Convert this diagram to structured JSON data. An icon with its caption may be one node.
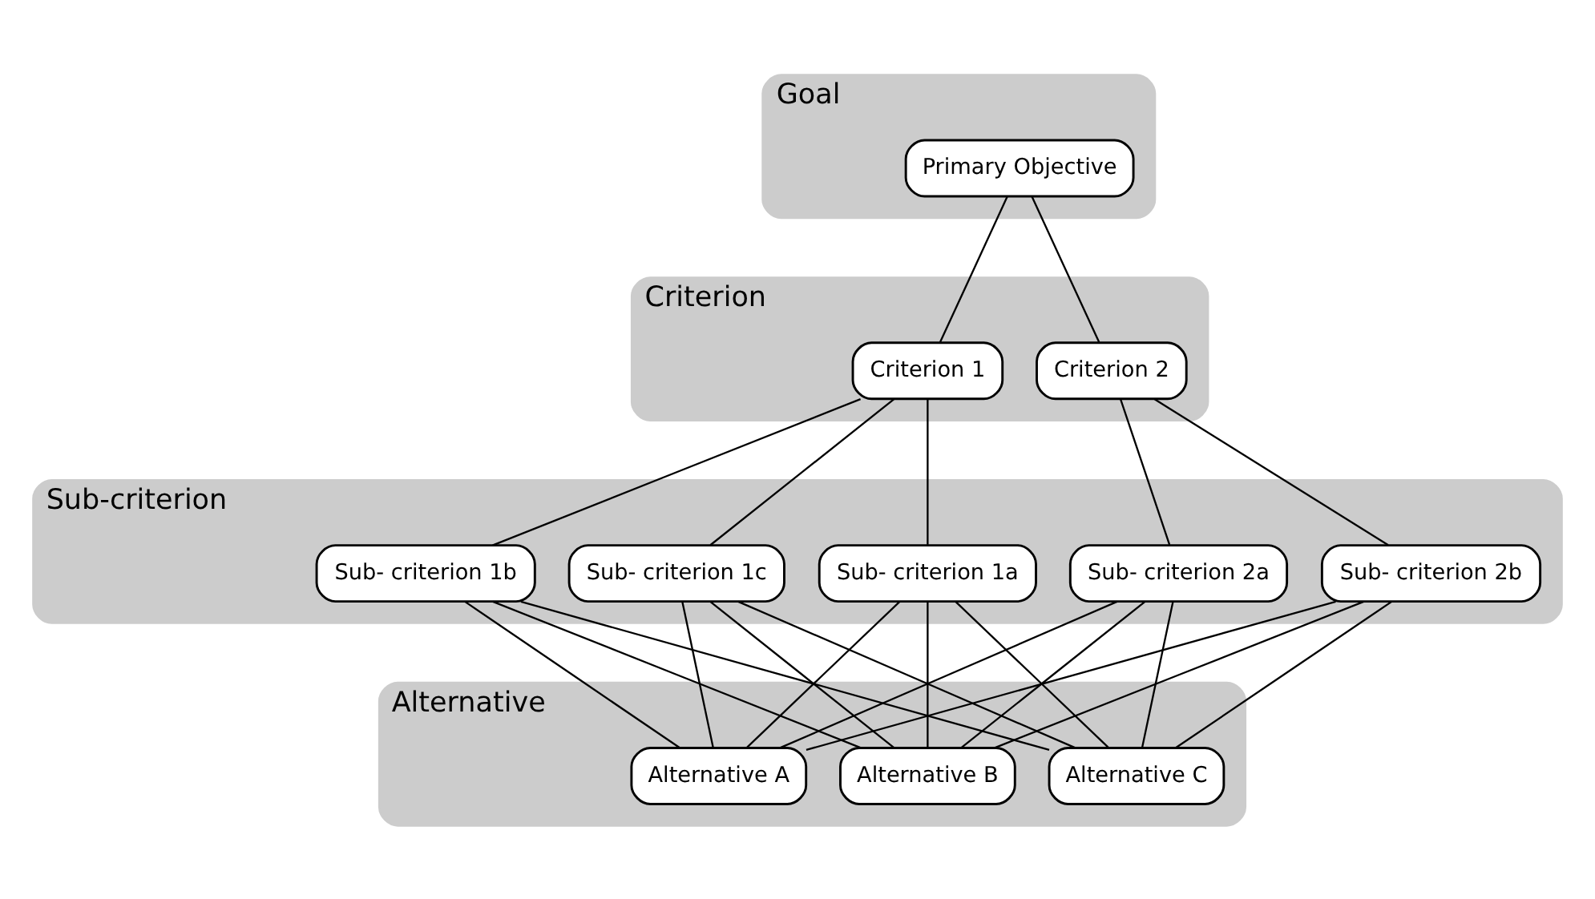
{
  "diagram": {
    "nodes": [
      {
        "text": [
          "Goal"
        ]
      },
      {
        "text": [
          "Primary Objective"
        ],
        "in": 0
      },
      {
        "text": [
          "Criterion"
        ]
      },
      {
        "text": [
          "Criterion 1"
        ],
        "in": 2
      },
      {
        "text": [
          "Criterion 2"
        ],
        "in": 2
      },
      {
        "text": [
          "Sub-criterion"
        ]
      },
      {
        "text": [
          "Sub- criterion 1a"
        ],
        "in": 5
      },
      {
        "text": [
          "Sub- criterion 1b"
        ],
        "in": 5
      },
      {
        "text": [
          "Sub- criterion 1c"
        ],
        "in": 5
      },
      {
        "text": [
          "Sub- criterion 2a"
        ],
        "in": 5
      },
      {
        "text": [
          "Sub- criterion 2b"
        ],
        "in": 5
      },
      {
        "text": [
          "Alternative"
        ]
      },
      {
        "text": [
          "Alternative A"
        ],
        "in": 11
      },
      {
        "text": [
          "Alternative B"
        ],
        "in": 11
      },
      {
        "text": [
          "Alternative C"
        ],
        "in": 11
      }
    ],
    "edges": [
      {
        "from": 1,
        "to": 3,
        "arrow": "none"
      },
      {
        "from": 1,
        "to": 4,
        "arrow": "none"
      },
      {
        "from": 3,
        "to": 6,
        "arrow": "none"
      },
      {
        "from": 3,
        "to": 7,
        "arrow": "none"
      },
      {
        "from": 3,
        "to": 8,
        "arrow": "none"
      },
      {
        "from": 4,
        "to": 9,
        "arrow": "none"
      },
      {
        "from": 4,
        "to": 10,
        "arrow": "none"
      },
      {
        "from": 6,
        "to": 12,
        "arrow": "none"
      },
      {
        "from": 6,
        "to": 13,
        "arrow": "none"
      },
      {
        "from": 6,
        "to": 14,
        "arrow": "none"
      },
      {
        "from": 7,
        "to": 12,
        "arrow": "none"
      },
      {
        "from": 7,
        "to": 13,
        "arrow": "none"
      },
      {
        "from": 7,
        "to": 14,
        "arrow": "none"
      },
      {
        "from": 8,
        "to": 12,
        "arrow": "none"
      },
      {
        "from": 8,
        "to": 13,
        "arrow": "none"
      },
      {
        "from": 8,
        "to": 14,
        "arrow": "none"
      },
      {
        "from": 9,
        "to": 12,
        "arrow": "none"
      },
      {
        "from": 9,
        "to": 13,
        "arrow": "none"
      },
      {
        "from": 9,
        "to": 14,
        "arrow": "none"
      },
      {
        "from": 10,
        "to": 12,
        "arrow": "none"
      },
      {
        "from": 10,
        "to": 13,
        "arrow": "none"
      },
      {
        "from": 10,
        "to": 14,
        "arrow": "none"
      }
    ]
  }
}
